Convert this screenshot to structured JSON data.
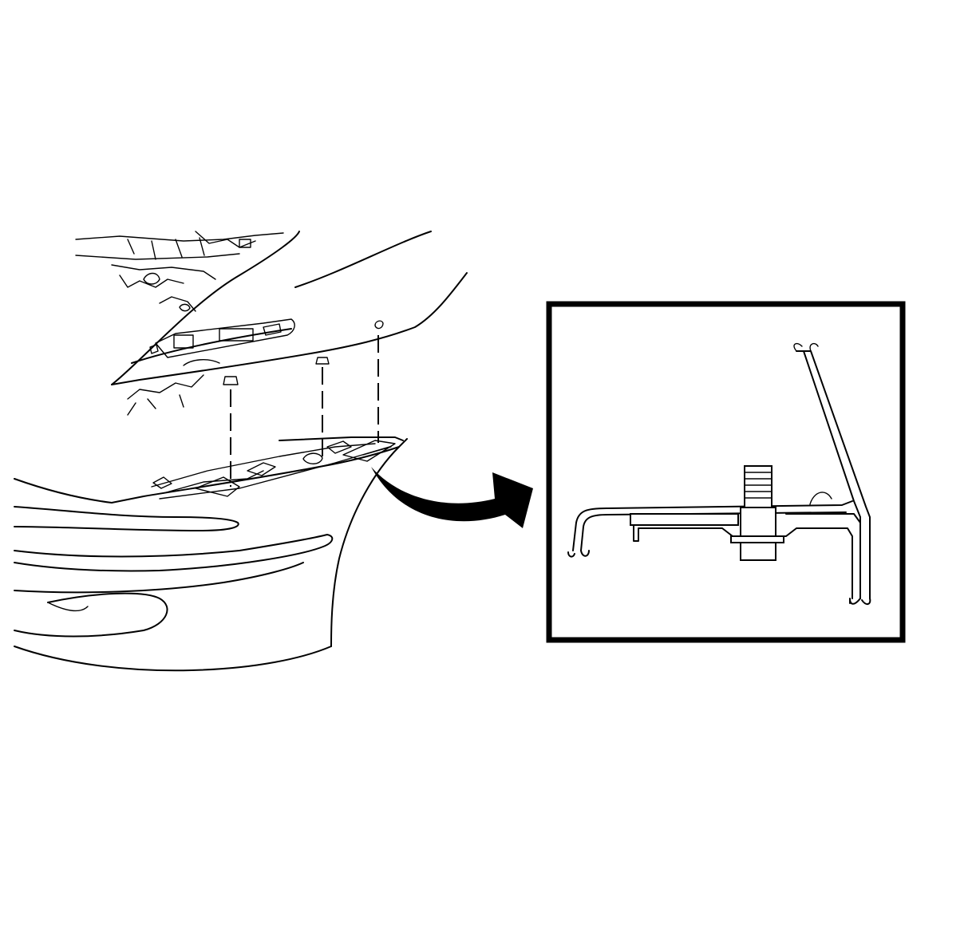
{
  "figure": {
    "main_view": "front-bumper-fascia-assembly",
    "detail_view": "fastener-cross-section",
    "arrow": "curved-callout-arrow",
    "fasteners": 3
  },
  "colors": {
    "line": "#000000",
    "background": "#ffffff"
  },
  "icons": {
    "callout": "curved-arrow-icon",
    "fastener": "nut-icon"
  }
}
